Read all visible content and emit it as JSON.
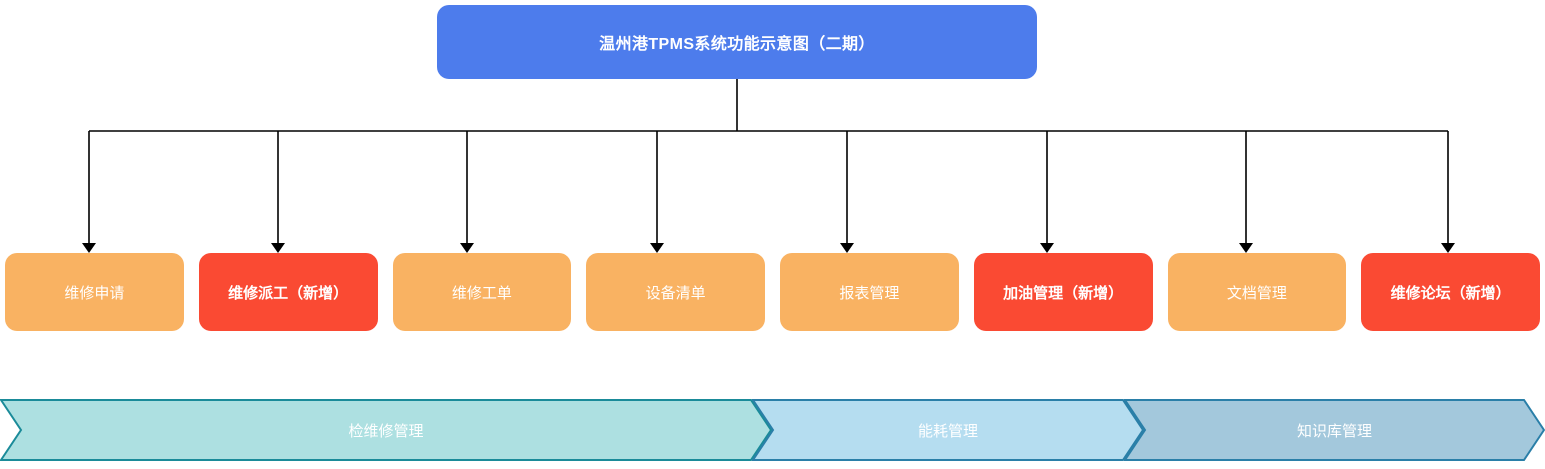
{
  "diagram": {
    "root": {
      "label": "温州港TPMS系统功能示意图（二期）",
      "color": "#4d7cec"
    },
    "palette": {
      "orange": "#f9b262",
      "red": "#fa4a33",
      "connector": "#000000",
      "banner_border": "#1a8b99",
      "banner_border_blue": "#2a7fa8"
    },
    "nodes": [
      {
        "label": "维修申请",
        "tone": "orange",
        "emphasis": "normal"
      },
      {
        "label": "维修派工（新增）",
        "tone": "red",
        "emphasis": "bold"
      },
      {
        "label": "维修工单",
        "tone": "orange",
        "emphasis": "normal"
      },
      {
        "label": "设备清单",
        "tone": "orange",
        "emphasis": "normal"
      },
      {
        "label": "报表管理",
        "tone": "orange",
        "emphasis": "normal"
      },
      {
        "label": "加油管理（新增）",
        "tone": "red",
        "emphasis": "bold"
      },
      {
        "label": "文档管理",
        "tone": "orange",
        "emphasis": "normal"
      },
      {
        "label": "维修论坛（新增）",
        "tone": "red",
        "emphasis": "bold"
      }
    ],
    "banner": [
      {
        "label": "检维修管理",
        "fill": "#ade0e1",
        "stroke": "#1a8b99"
      },
      {
        "label": "能耗管理",
        "fill": "#b5ddf0",
        "stroke": "#2a7fa8"
      },
      {
        "label": "知识库管理",
        "fill": "#a3c8dc",
        "stroke": "#2a7fa8"
      }
    ]
  }
}
